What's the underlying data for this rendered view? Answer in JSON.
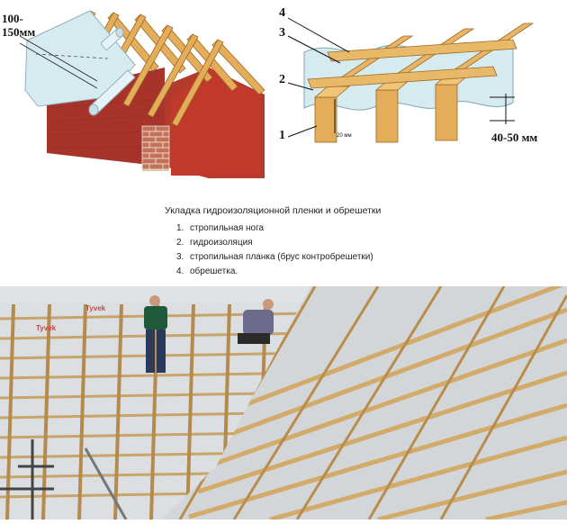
{
  "diagram_left": {
    "overlap_label_line1": "100-",
    "overlap_label_line2": "150мм"
  },
  "diagram_right": {
    "callouts": [
      "4",
      "3",
      "2",
      "1"
    ],
    "gap_label": "20 мм",
    "height_label": "40-50 мм"
  },
  "caption": "Укладка гидроизоляционной пленки и обрешетки",
  "legend": [
    {
      "num": "1.",
      "text": "стропильная нога"
    },
    {
      "num": "2.",
      "text": "гидроизоляция"
    },
    {
      "num": "3.",
      "text": "стропильная планка (брус контробрешетки)"
    },
    {
      "num": "4.",
      "text": "обрешетка."
    }
  ],
  "photo": {
    "membrane_brand": "Tyvek",
    "membrane_brand_alt": "Tyvek"
  },
  "colors": {
    "timber": "#e3ad5a",
    "timber_dark": "#b97a2a",
    "brick": "#c0392b",
    "brick_dark": "#8e2418",
    "membrane": "#d6ebf0",
    "membrane_print": "#c84a4a",
    "sky": "#dfe3e6"
  }
}
